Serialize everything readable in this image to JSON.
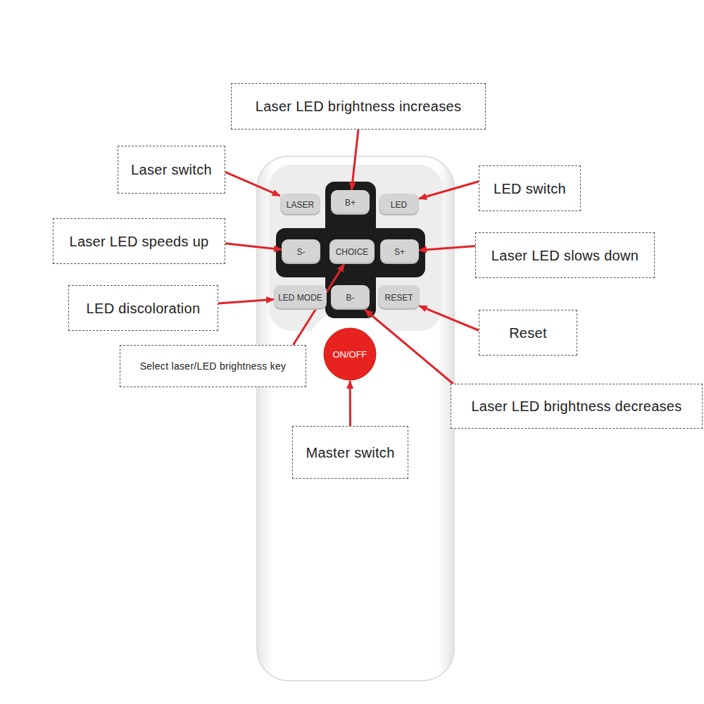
{
  "diagram": {
    "nodes": [
      {
        "text": [
          "Laser LED brightness increases"
        ]
      },
      {
        "text": [
          "Laser switch"
        ]
      },
      {
        "text": [
          "LED switch"
        ]
      },
      {
        "text": [
          "LASER"
        ]
      },
      {
        "text": [
          "B+"
        ]
      },
      {
        "text": [
          "LED"
        ]
      },
      {
        "text": [
          "Laser LED speeds up"
        ]
      },
      {
        "text": [
          "S-"
        ]
      },
      {
        "text": [
          "CHOICE"
        ]
      },
      {
        "text": [
          "S+"
        ]
      },
      {
        "text": [
          "Laser LED slows down"
        ]
      },
      {
        "text": [
          "LED discoloration"
        ]
      },
      {
        "text": [
          "LED MODE"
        ]
      },
      {
        "text": [
          "B-"
        ]
      },
      {
        "text": [
          "RESET"
        ]
      },
      {
        "text": [
          "Reset"
        ]
      },
      {
        "text": [
          "Select laser/LED brightness key"
        ]
      },
      {
        "text": [
          "ON/OFF"
        ]
      },
      {
        "text": [
          "Laser LED brightness decreases"
        ]
      },
      {
        "text": [
          "Master switch"
        ]
      }
    ],
    "edges": [
      {
        "from": 0,
        "to": 4,
        "arrow": "to"
      },
      {
        "from": 1,
        "to": 3,
        "arrow": "to"
      },
      {
        "from": 2,
        "to": 5,
        "arrow": "to"
      },
      {
        "from": 6,
        "to": 7,
        "arrow": "to"
      },
      {
        "from": 10,
        "to": 9,
        "arrow": "to"
      },
      {
        "from": 11,
        "to": 12,
        "arrow": "to"
      },
      {
        "from": 16,
        "to": 8,
        "arrow": "to"
      },
      {
        "from": 15,
        "to": 14,
        "arrow": "to"
      },
      {
        "from": 18,
        "to": 13,
        "arrow": "to"
      },
      {
        "from": 19,
        "to": 17,
        "arrow": "to"
      }
    ]
  }
}
